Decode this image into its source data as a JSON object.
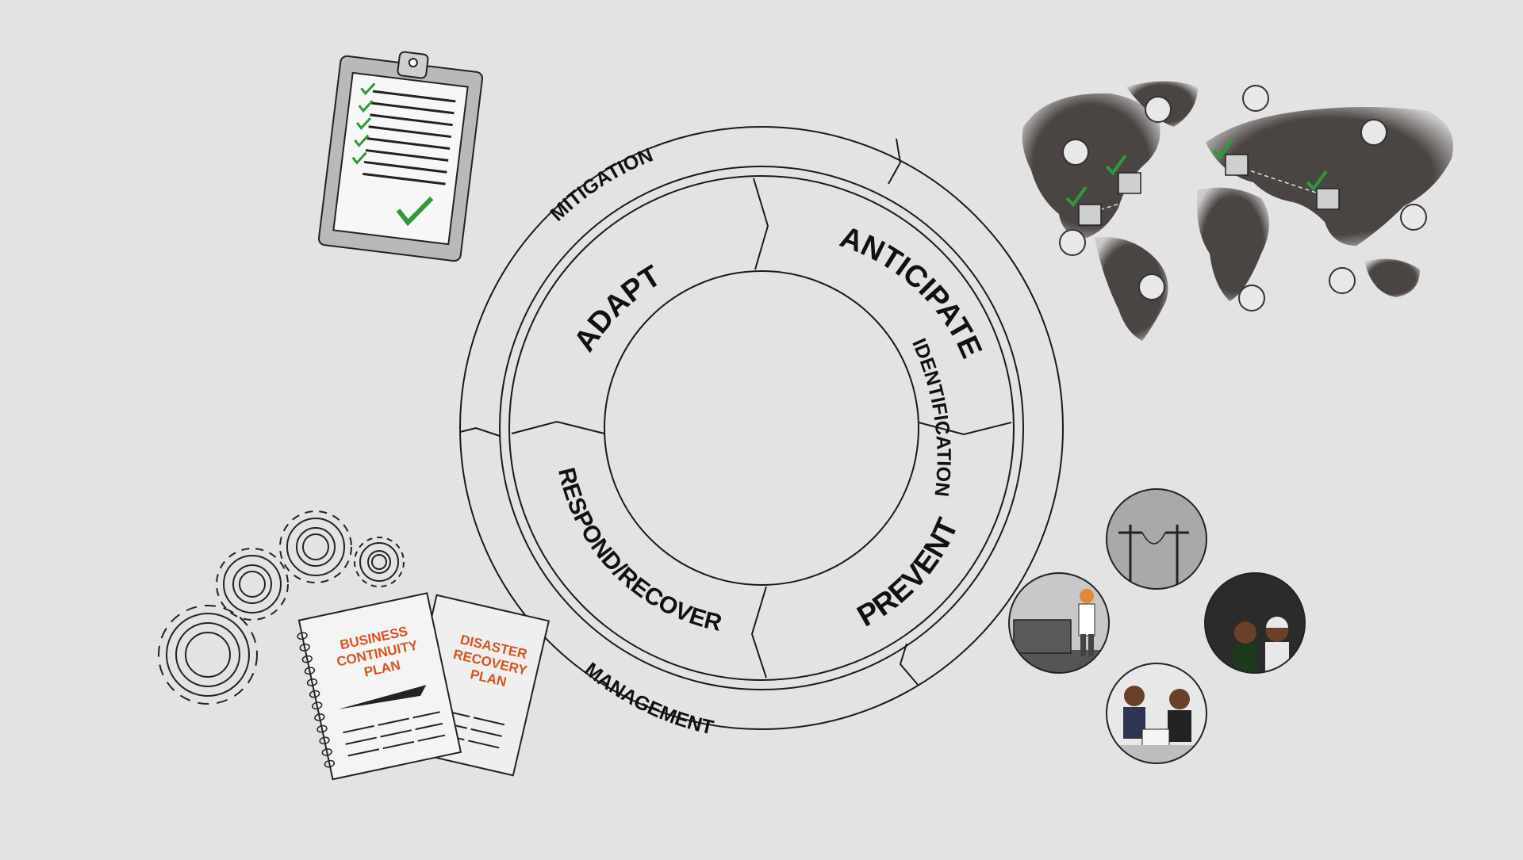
{
  "diagram": {
    "outer_ring_labels": {
      "mitigation": "MITIGATION",
      "identification": "IDENTIFICATION",
      "management": "MANAGEMENT"
    },
    "inner_ring_labels": {
      "adapt": "ADAPT",
      "anticipate": "ANTICIPATE",
      "prevent": "PREVENT",
      "respond_recover": "RESPOND/RECOVER"
    }
  },
  "documents": {
    "business_continuity_plan": [
      "BUSINESS",
      "CONTINUITY",
      "PLAN"
    ],
    "disaster_recovery_plan": [
      "DISASTER",
      "RECOVERY",
      "PLAN"
    ]
  },
  "colors": {
    "background": "#e3e3e3",
    "line": "#1a1a1a",
    "check_green": "#2e9b3a",
    "doc_orange": "#d9531e",
    "map_land": "#4a4442",
    "clipboard_board": "#b9b9b9"
  },
  "icons": [
    "clipboard-checklist-icon",
    "world-map-icon",
    "gears-icon",
    "power-lines-icon",
    "generator-icon",
    "workers-icon",
    "team-meeting-icon"
  ]
}
